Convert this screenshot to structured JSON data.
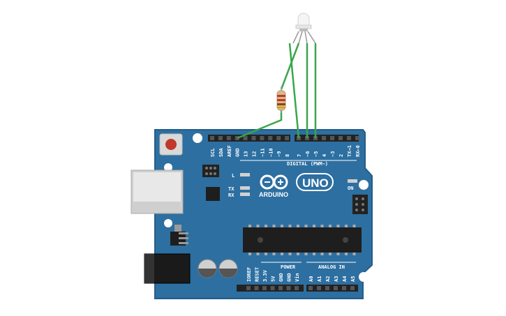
{
  "board": {
    "brand": "ARDUINO",
    "model": "UNO",
    "on_label": "ON",
    "digital_header_label": "DIGITAL (PWM~)",
    "power_header_label": "POWER",
    "analog_header_label": "ANALOG IN",
    "led_labels": [
      "L",
      "TX",
      "RX"
    ],
    "digital_pins": [
      "SCL",
      "SDA",
      "AREF",
      "GND",
      "13",
      "12",
      "~11",
      "~10",
      "~9",
      "8",
      "7",
      "~6",
      "~5",
      "4",
      "~3",
      "2",
      "TX→1",
      "RX←0"
    ],
    "power_pins": [
      "IOREF",
      "RESET",
      "3.3V",
      "5V",
      "GND",
      "GND",
      "Vin"
    ],
    "analog_pins": [
      "A0",
      "A1",
      "A2",
      "A3",
      "A4",
      "A5"
    ]
  },
  "colors": {
    "board": "#2d6fa1",
    "board_edge": "#245d88",
    "wire": "#3aa64a",
    "header": "#222222",
    "chip": "#1e1e1e",
    "usb": "#cfcfcf"
  },
  "components": {
    "led": "rgb-led",
    "resistor": "resistor"
  },
  "wiring": [
    {
      "from": "rgb-led-common",
      "to": "resistor",
      "via": "resistor-to-GND"
    },
    {
      "from": "rgb-led-red",
      "to": "pin-7"
    },
    {
      "from": "rgb-led-green",
      "to": "pin-~6"
    },
    {
      "from": "rgb-led-blue",
      "to": "pin-~5"
    }
  ]
}
